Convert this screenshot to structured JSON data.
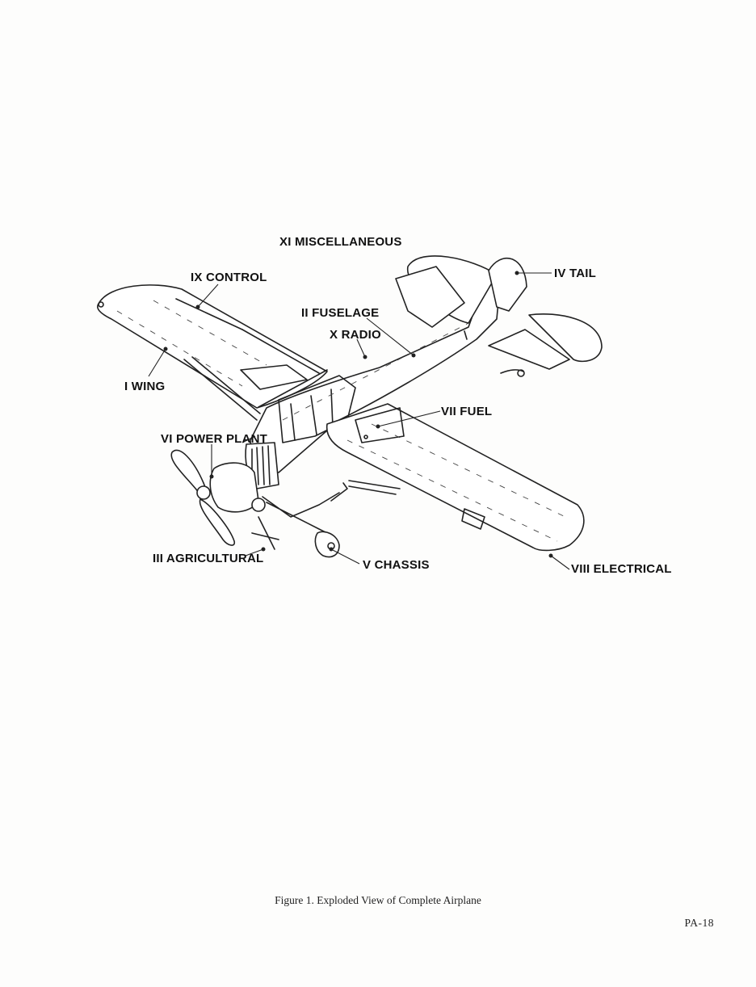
{
  "figure": {
    "labels": {
      "miscellaneous": "XI MISCELLANEOUS",
      "control": "IX CONTROL",
      "tail": "IV TAIL",
      "fuselage": "II FUSELAGE",
      "radio": "X RADIO",
      "wing": "I WING",
      "fuel": "VII FUEL",
      "power_plant": "VI POWER PLANT",
      "agricultural": "III AGRICULTURAL",
      "chassis": "V CHASSIS",
      "electrical": "VIII ELECTRICAL"
    }
  },
  "caption": "Figure 1.  Exploded View of Complete Airplane",
  "page_number": "PA-18"
}
